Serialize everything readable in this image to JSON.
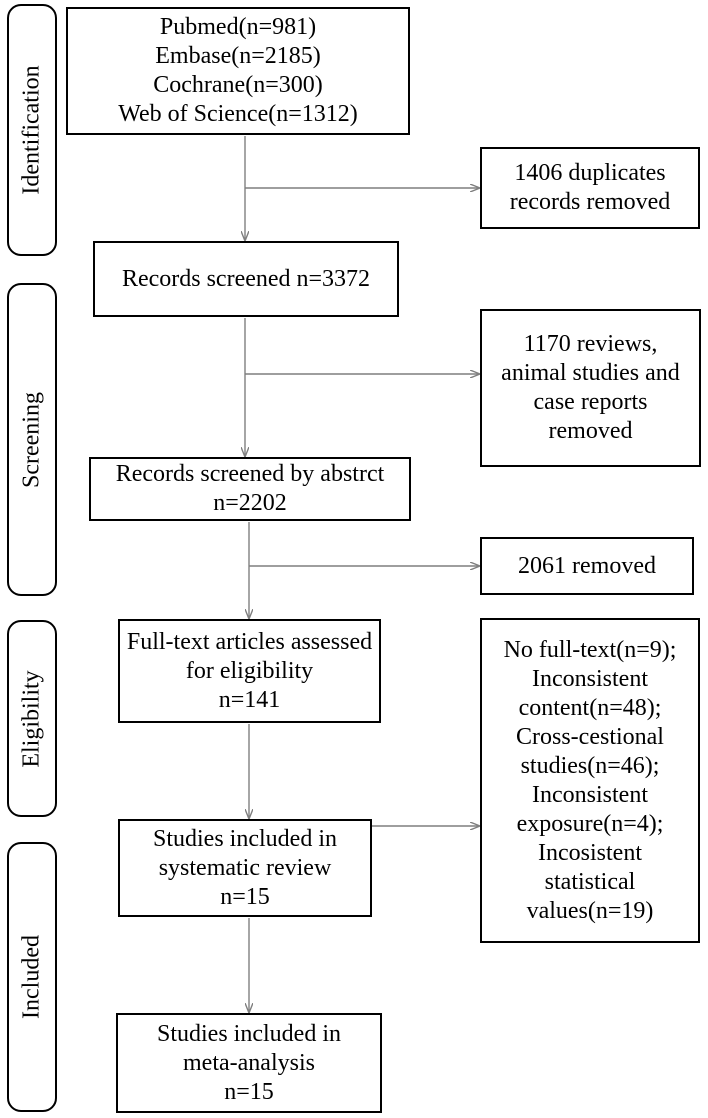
{
  "stages": {
    "identification": "Identification",
    "screening": "Screening",
    "eligibility": "Eligibility",
    "included": "Included"
  },
  "boxes": {
    "sources": [
      "Pubmed(n=981)",
      "Embase(n=2185)",
      "Cochrane(n=300)",
      "Web of Science(n=1312)"
    ],
    "duplicates_removed": [
      "1406 duplicates",
      "records removed"
    ],
    "records_screened": [
      "Records screened n=3372"
    ],
    "reviews_removed": [
      "1170 reviews,",
      "animal studies and",
      "case reports",
      "removed"
    ],
    "screened_by_abstract": [
      "Records screened by abstrct",
      "n=2202"
    ],
    "abstract_removed": [
      "2061 removed"
    ],
    "full_text_assessed": [
      "Full-text articles assessed",
      "for eligibility",
      "n=141"
    ],
    "full_text_excluded": [
      "No full-text(n=9);",
      "Inconsistent",
      "content(n=48);",
      "Cross-cestional",
      "studies(n=46);",
      "Inconsistent",
      "exposure(n=4);",
      "Incosistent",
      "statistical",
      "values(n=19)"
    ],
    "systematic_review": [
      "Studies included in",
      "systematic review",
      "n=15"
    ],
    "meta_analysis": [
      "Studies included in",
      "meta-analysis",
      "n=15"
    ]
  },
  "colors": {
    "line": "#7f7f7f",
    "border": "#000000"
  }
}
